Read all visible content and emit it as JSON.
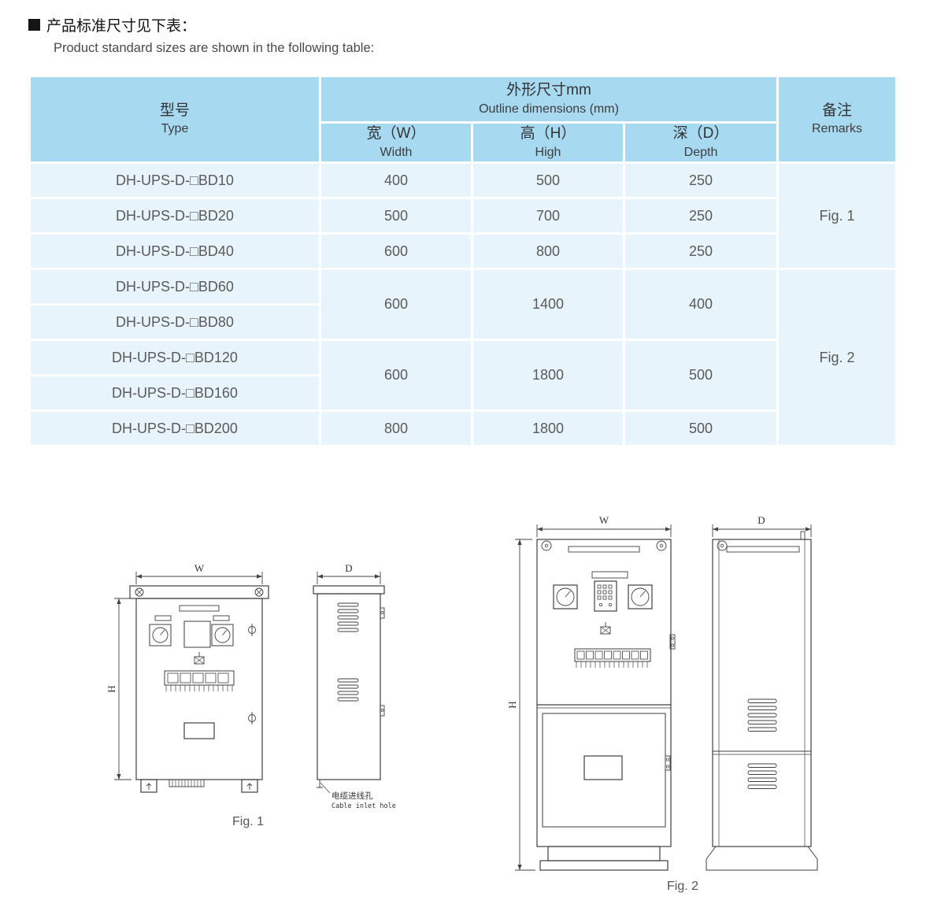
{
  "heading": {
    "zh": "产品标准尺寸见下表：",
    "en": "Product standard sizes are shown in the following table:"
  },
  "table": {
    "header": {
      "type": {
        "zh": "型号",
        "en": "Type"
      },
      "outline": {
        "zh": "外形尺寸mm",
        "en": "Outline dimensions (mm)"
      },
      "width": {
        "zh": "宽（W）",
        "en": "Width"
      },
      "high": {
        "zh": "高（H）",
        "en": "High"
      },
      "depth": {
        "zh": "深（D）",
        "en": "Depth"
      },
      "remarks": {
        "zh": "备注",
        "en": "Remarks"
      }
    },
    "rows": [
      {
        "type": "DH-UPS-D-□BD10",
        "w": "400",
        "h": "500",
        "d": "250"
      },
      {
        "type": "DH-UPS-D-□BD20",
        "w": "500",
        "h": "700",
        "d": "250"
      },
      {
        "type": "DH-UPS-D-□BD40",
        "w": "600",
        "h": "800",
        "d": "250"
      },
      {
        "type": "DH-UPS-D-□BD60"
      },
      {
        "type": "DH-UPS-D-□BD80"
      },
      {
        "type": "DH-UPS-D-□BD120"
      },
      {
        "type": "DH-UPS-D-□BD160"
      },
      {
        "type": "DH-UPS-D-□BD200",
        "w": "800",
        "h": "1800",
        "d": "500"
      }
    ],
    "merged": {
      "bd60_80": {
        "w": "600",
        "h": "1400",
        "d": "400"
      },
      "bd120_160": {
        "w": "600",
        "h": "1800",
        "d": "500"
      }
    },
    "remarks": {
      "fig1": "Fig. 1",
      "fig2": "Fig. 2"
    }
  },
  "fig1": {
    "caption": "Fig. 1",
    "dims": {
      "w": "W",
      "h": "H",
      "d": "D"
    },
    "cable_label": {
      "zh": "电缆进线孔",
      "en": "Cable inlet hole"
    }
  },
  "fig2": {
    "caption": "Fig. 2",
    "dims": {
      "w": "W",
      "h": "H",
      "d": "D"
    }
  },
  "colors": {
    "header_blue": "#a7d9f1",
    "row_blue": "#e8f4fb"
  }
}
